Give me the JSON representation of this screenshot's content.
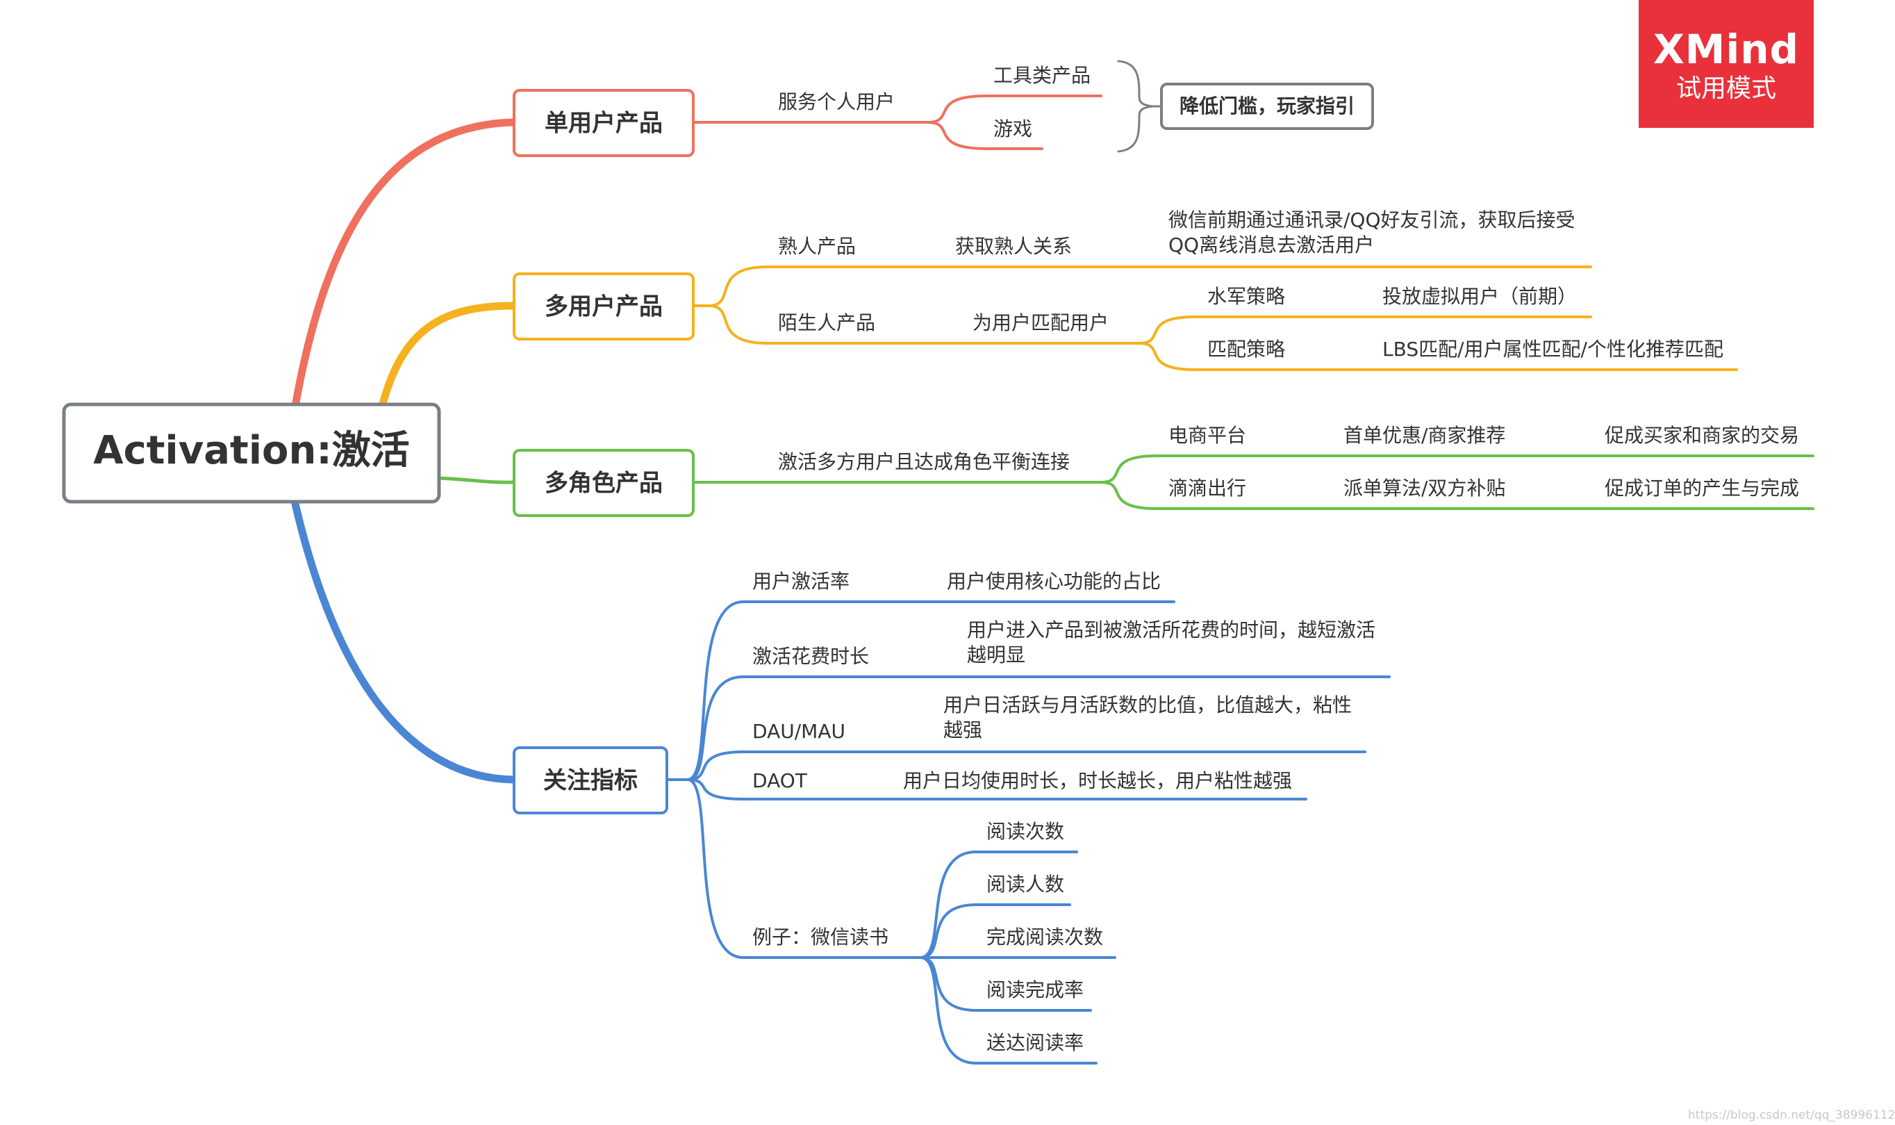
{
  "root": {
    "label": "Activation:激活",
    "color": "#7a7f85"
  },
  "branches": [
    {
      "id": "single",
      "label": "单用户产品",
      "color": "#f0705f",
      "children": [
        {
          "id": "s1",
          "label": "服务个人用户",
          "children": [
            {
              "id": "s1a",
              "label": "工具类产品"
            },
            {
              "id": "s1b",
              "label": "游戏"
            }
          ]
        }
      ],
      "summary": {
        "label": "降低门槛，玩家指引",
        "color": "#7a7f85"
      }
    },
    {
      "id": "multi",
      "label": "多用户产品",
      "color": "#f5b21e",
      "children": [
        {
          "id": "m1",
          "label": "熟人产品",
          "children": [
            {
              "id": "m1a",
              "label": "获取熟人关系",
              "children": [
                {
                  "id": "m1a1",
                  "lines": [
                    "微信前期通过通讯录/QQ好友引流，获取后接受",
                    "QQ离线消息去激活用户"
                  ]
                }
              ]
            }
          ]
        },
        {
          "id": "m2",
          "label": "陌生人产品",
          "children": [
            {
              "id": "m2a",
              "label": "为用户匹配用户",
              "children": [
                {
                  "id": "m2a1",
                  "label": "水军策略",
                  "children": [
                    {
                      "id": "m2a1x",
                      "label": "投放虚拟用户（前期）"
                    }
                  ]
                },
                {
                  "id": "m2a2",
                  "label": "匹配策略",
                  "children": [
                    {
                      "id": "m2a2x",
                      "label": "LBS匹配/用户属性匹配/个性化推荐匹配"
                    }
                  ]
                }
              ]
            }
          ]
        }
      ]
    },
    {
      "id": "role",
      "label": "多角色产品",
      "color": "#6abf4b",
      "children": [
        {
          "id": "r1",
          "label": "激活多方用户且达成角色平衡连接",
          "children": [
            {
              "id": "r1a",
              "label": "电商平台",
              "children": [
                {
                  "id": "r1a1",
                  "label": "首单优惠/商家推荐",
                  "children": [
                    {
                      "id": "r1a1x",
                      "label": "促成买家和商家的交易"
                    }
                  ]
                }
              ]
            },
            {
              "id": "r1b",
              "label": "滴滴出行",
              "children": [
                {
                  "id": "r1b1",
                  "label": "派单算法/双方补贴",
                  "children": [
                    {
                      "id": "r1b1x",
                      "label": "促成订单的产生与完成"
                    }
                  ]
                }
              ]
            }
          ]
        }
      ]
    },
    {
      "id": "metrics",
      "label": "关注指标",
      "color": "#4a86d4",
      "children": [
        {
          "id": "k1",
          "label": "用户激活率",
          "children": [
            {
              "id": "k1a",
              "label": "用户使用核心功能的占比"
            }
          ]
        },
        {
          "id": "k2",
          "label": "激活花费时长",
          "children": [
            {
              "id": "k2a",
              "lines": [
                "用户进入产品到被激活所花费的时间，越短激活",
                "越明显"
              ]
            }
          ]
        },
        {
          "id": "k3",
          "label": "DAU/MAU",
          "children": [
            {
              "id": "k3a",
              "lines": [
                "用户日活跃与月活跃数的比值，比值越大，粘性",
                "越强"
              ]
            }
          ]
        },
        {
          "id": "k4",
          "label": "DAOT",
          "children": [
            {
              "id": "k4a",
              "label": "用户日均使用时长，时长越长，用户粘性越强"
            }
          ]
        },
        {
          "id": "k5",
          "label": "例子：微信读书",
          "children": [
            {
              "id": "k5a",
              "label": "阅读次数"
            },
            {
              "id": "k5b",
              "label": "阅读人数"
            },
            {
              "id": "k5c",
              "label": "完成阅读次数"
            },
            {
              "id": "k5d",
              "label": "阅读完成率"
            },
            {
              "id": "k5e",
              "label": "送达阅读率"
            }
          ]
        }
      ]
    }
  ],
  "badge": {
    "logo": "XMind",
    "mode": "试用模式",
    "color": "#e8313a"
  },
  "watermark": "https://blog.csdn.net/qq_38996112"
}
